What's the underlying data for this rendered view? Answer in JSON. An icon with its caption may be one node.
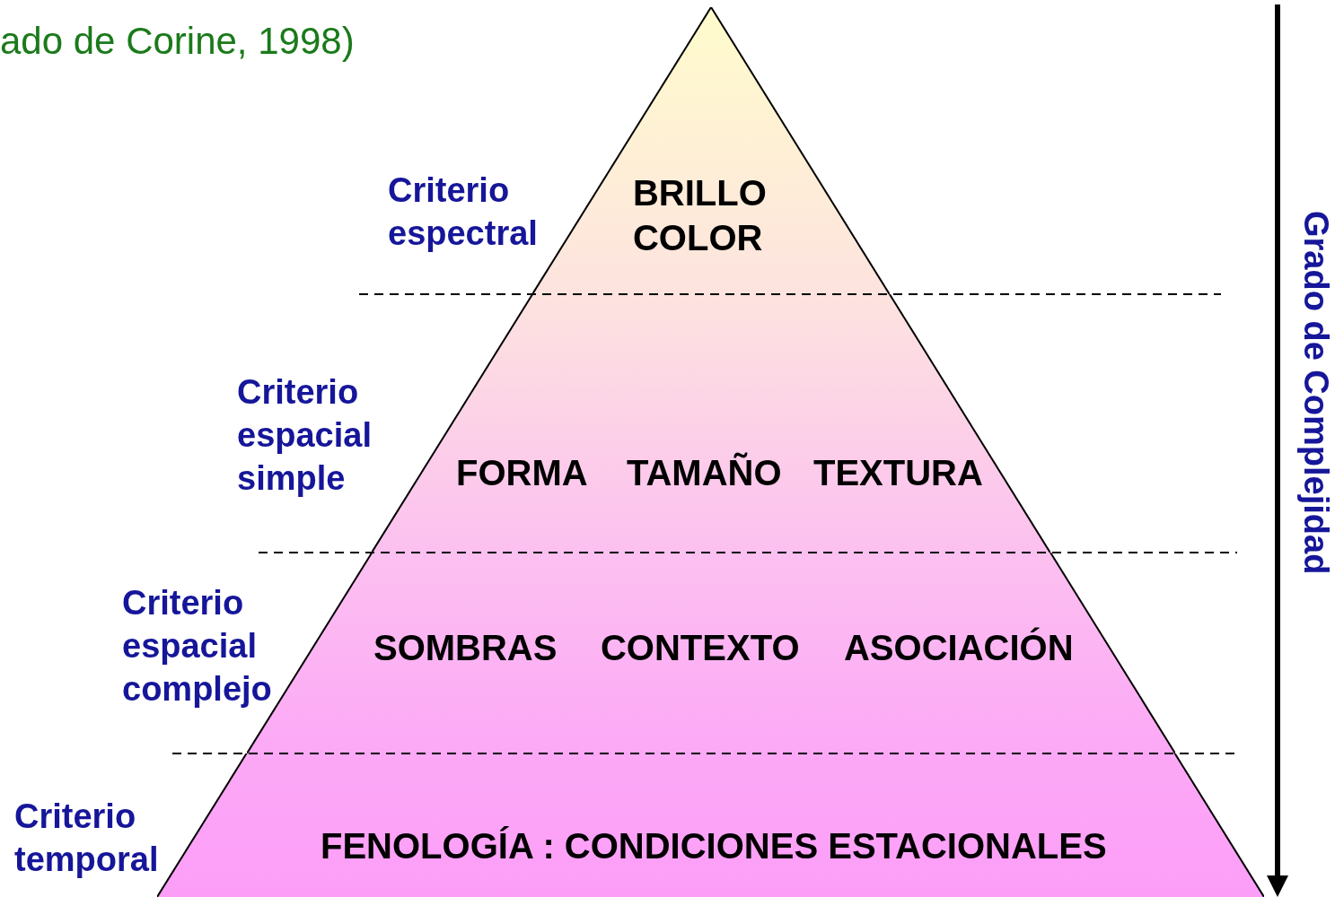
{
  "diagram": {
    "nodes": [
      {
        "text": [
          "BRILLO COLOR"
        ],
        "beside": [
          "Criterio espectral"
        ]
      },
      {
        "text": [
          "FORMA",
          "TAMAÑO",
          "TEXTURA"
        ],
        "beside": [
          "Criterio espacial simple"
        ]
      },
      {
        "text": [
          "SOMBRAS",
          "CONTEXTO",
          "ASOCIACIÓN"
        ],
        "beside": [
          "Criterio espacial complejo"
        ]
      },
      {
        "text": [
          "FENOLOGÍA : CONDICIONES ESTACIONALES"
        ],
        "beside": [
          "Criterio temporal"
        ]
      }
    ],
    "edges": [],
    "labels": [
      "ado de Corine, 1998)",
      "Grado de Complejidad"
    ]
  }
}
